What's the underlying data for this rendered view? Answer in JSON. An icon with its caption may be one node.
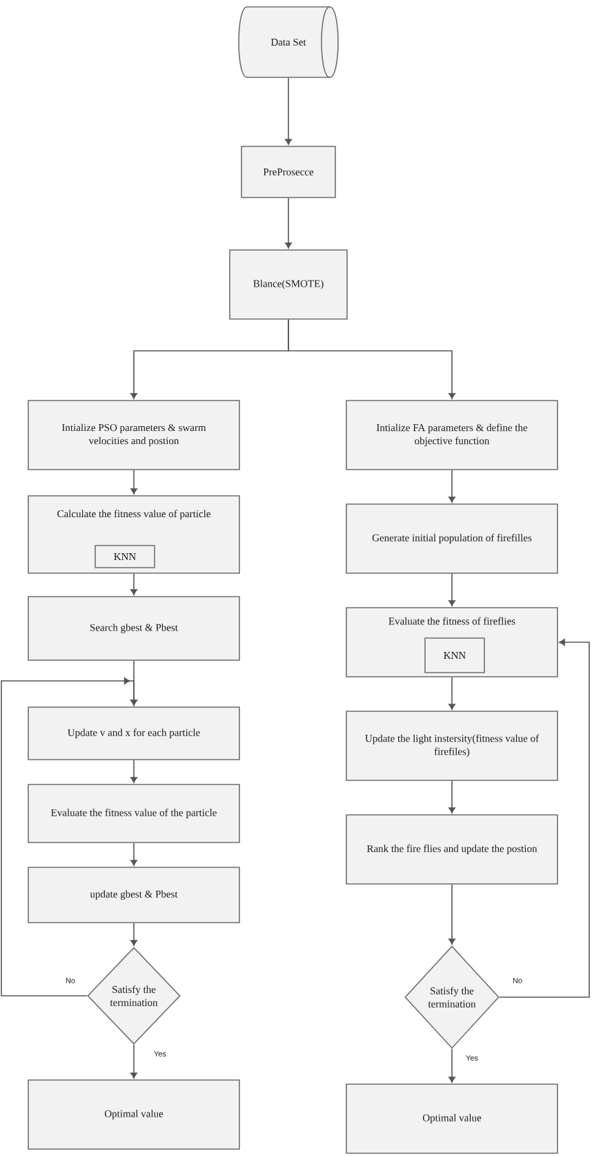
{
  "diagram": {
    "nodes": [
      {
        "text": [
          "Data Set"
        ]
      },
      {
        "text": [
          "PreProsecce"
        ]
      },
      {
        "text": [
          "Blance(SMOTE)"
        ]
      },
      {
        "text": [
          "Intialize PSO parameters & swarm velocities and postion"
        ]
      },
      {
        "text": [
          "Calculate the fitness value of particle"
        ]
      },
      {
        "text": [
          "KNN"
        ],
        "in": 4
      },
      {
        "text": [
          "Search gbest & Pbest"
        ]
      },
      {
        "text": [
          "Update v and x for each particle"
        ]
      },
      {
        "text": [
          "Evaluate the fitness value of the particle"
        ]
      },
      {
        "text": [
          "update gbest & Pbest"
        ]
      },
      {
        "text": [
          "Satisfy the termination"
        ]
      },
      {
        "text": [
          "Optimal value"
        ]
      },
      {
        "text": [
          "Intialize FA parameters & define the objective function"
        ]
      },
      {
        "text": [
          "Generate initial population of firefilles"
        ]
      },
      {
        "text": [
          "Evaluate the fitness of fireflies"
        ]
      },
      {
        "text": [
          "KNN"
        ],
        "in": 14
      },
      {
        "text": [
          "Update the light instersity(fitness value of firefiles)"
        ]
      },
      {
        "text": [
          "Rank the fire flies and update the postion"
        ]
      },
      {
        "text": [
          "Satisfy the termination"
        ]
      },
      {
        "text": [
          "Optimal value"
        ]
      }
    ],
    "edges": [
      {
        "from": 0,
        "to": 1,
        "arrow": "to"
      },
      {
        "from": 1,
        "to": 2,
        "arrow": "to"
      },
      {
        "from": 2,
        "to": 3,
        "arrow": "to"
      },
      {
        "from": 2,
        "to": 12,
        "arrow": "to"
      },
      {
        "from": 3,
        "to": 4,
        "arrow": "to"
      },
      {
        "from": 4,
        "to": 6,
        "arrow": "to"
      },
      {
        "from": 6,
        "to": 7,
        "arrow": "to"
      },
      {
        "from": 7,
        "to": 8,
        "arrow": "to"
      },
      {
        "from": 8,
        "to": 9,
        "arrow": "to"
      },
      {
        "from": 9,
        "to": 10,
        "arrow": "to"
      },
      {
        "from": 10,
        "to": 11,
        "arrow": "to",
        "label": "Yes"
      },
      {
        "from": 10,
        "to": 7,
        "arrow": "to",
        "label": "No"
      },
      {
        "from": 12,
        "to": 13,
        "arrow": "to"
      },
      {
        "from": 13,
        "to": 14,
        "arrow": "to"
      },
      {
        "from": 14,
        "to": 16,
        "arrow": "to"
      },
      {
        "from": 16,
        "to": 17,
        "arrow": "to"
      },
      {
        "from": 17,
        "to": 18,
        "arrow": "to"
      },
      {
        "from": 18,
        "to": 19,
        "arrow": "to",
        "label": "Yes"
      },
      {
        "from": 18,
        "to": 14,
        "arrow": "to",
        "label": "No"
      }
    ]
  }
}
